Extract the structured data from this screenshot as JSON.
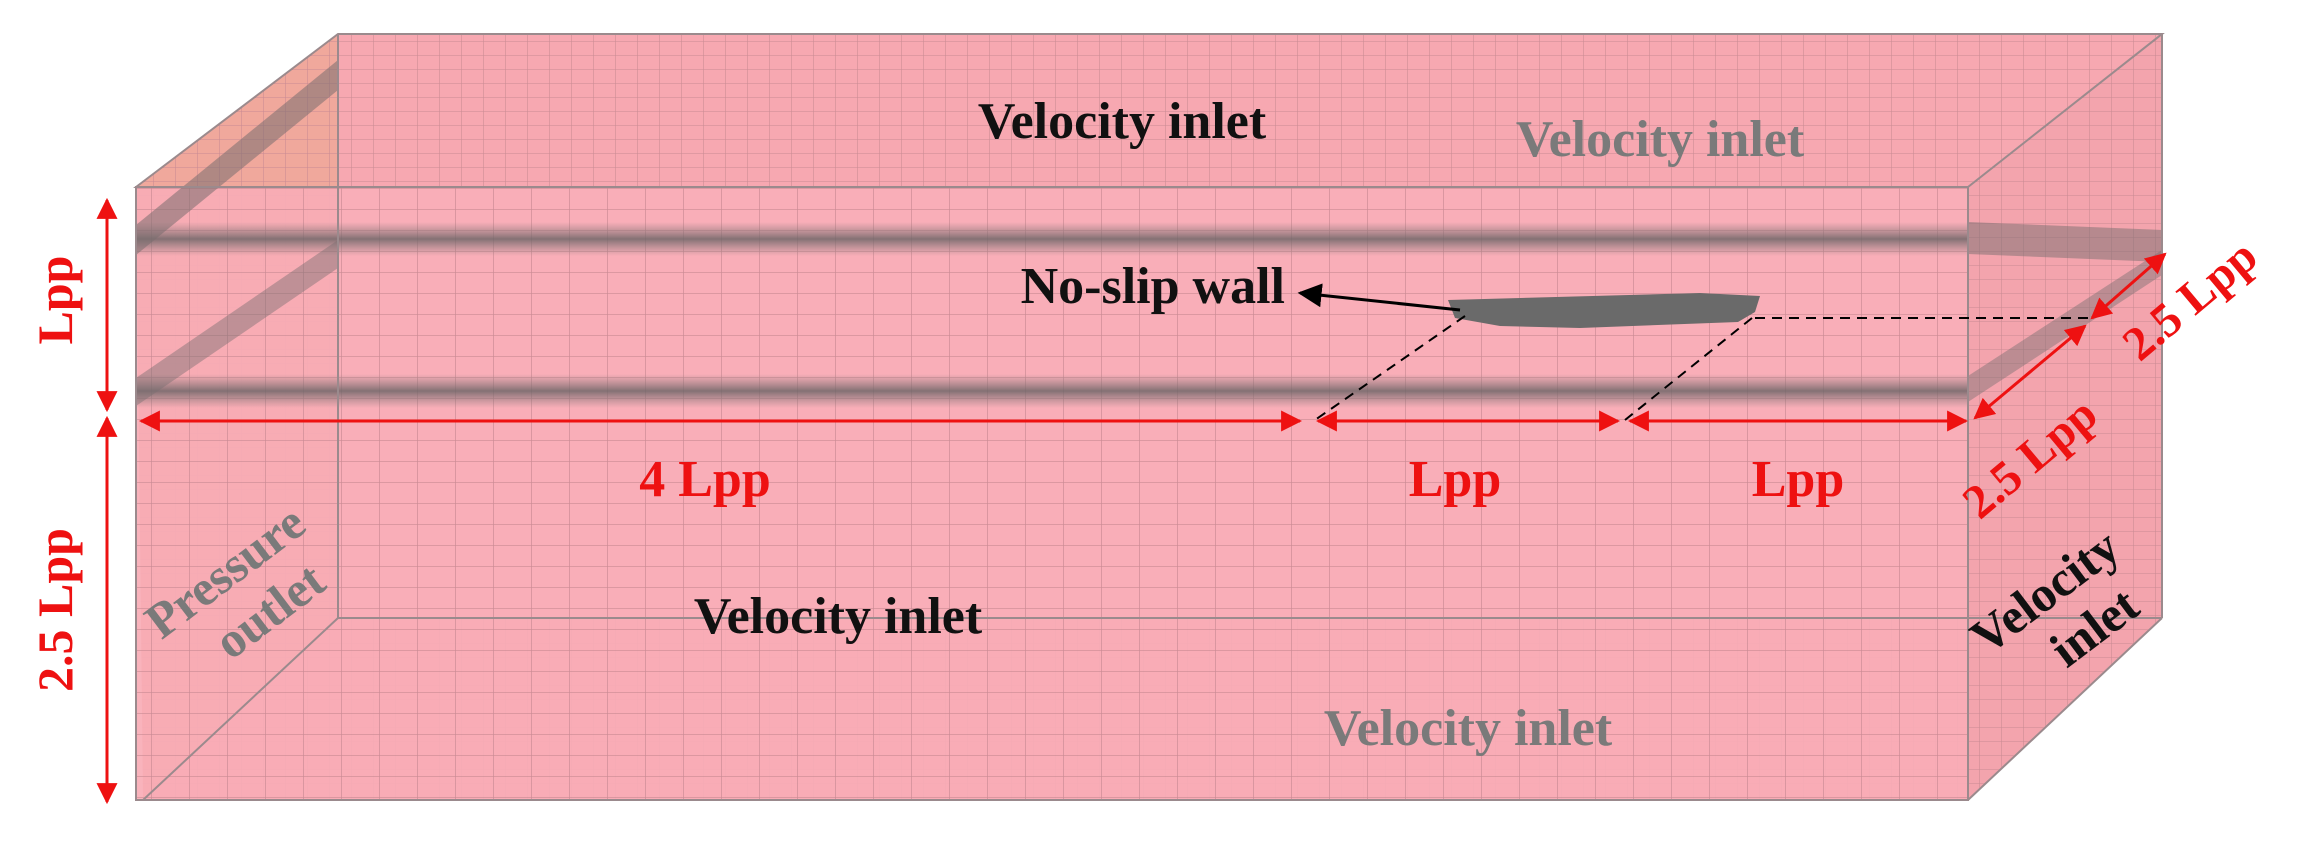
{
  "labels": {
    "top_front": "Velocity inlet",
    "top_back": "Velocity inlet",
    "front": "Velocity inlet",
    "bottom": "Velocity inlet",
    "outlet_line1": "Pressure",
    "outlet_line2": "outlet",
    "right_line1": "Velocity",
    "right_line2": "inlet",
    "wall": "No-slip wall"
  },
  "dimensions": {
    "height_upper": "Lpp",
    "height_lower": "2.5 Lpp",
    "length_upstream": "4 Lpp",
    "ship_length": "Lpp",
    "length_downstream": "Lpp",
    "width_front": "2.5 Lpp",
    "width_back": "2.5 Lpp"
  },
  "colors": {
    "domain_fill": "#f7a8b1",
    "mesh_line": "#c98a93",
    "dimension": "#ee1111",
    "label_dark": "#111111",
    "label_grey": "#7a7a7a",
    "ship": "#6a6a6a"
  }
}
